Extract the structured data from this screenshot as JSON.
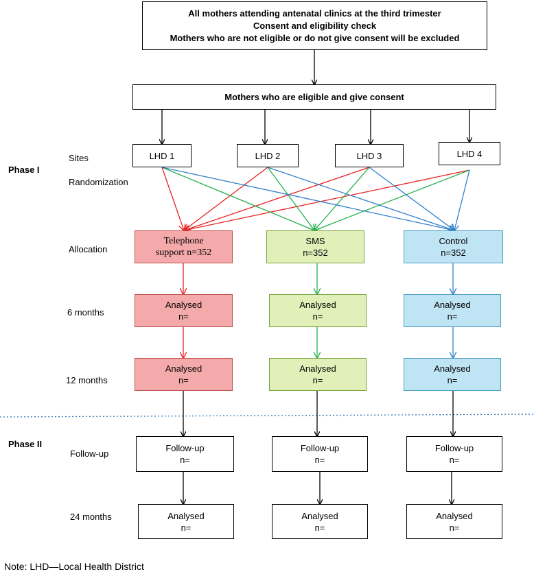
{
  "top_box": {
    "line1": "All mothers attending antenatal clinics at the third trimester",
    "line2": "Consent and eligibility check",
    "line3": "Mothers who are not eligible or do not give consent will be excluded"
  },
  "eligible_box": "Mothers who are eligible and give consent",
  "sites": [
    "LHD 1",
    "LHD 2",
    "LHD 3",
    "LHD 4"
  ],
  "row_labels": {
    "sites": "Sites",
    "randomization": "Randomization",
    "allocation": "Allocation",
    "m6": "6 months",
    "m12": "12 months",
    "followup": "Follow-up",
    "m24": "24 months"
  },
  "phases": {
    "phase1": "Phase I",
    "phase2": "Phase II"
  },
  "arms": [
    {
      "alloc_line1": "Telephone",
      "alloc_line2": "support n=352",
      "a6_line1": "Analysed",
      "a6_line2": "n=",
      "a12_line1": "Analysed",
      "a12_line2": "n=",
      "fu_line1": "Follow-up",
      "fu_line2": "n=",
      "a24_line1": "Analysed",
      "a24_line2": "n="
    },
    {
      "alloc_line1": "SMS",
      "alloc_line2": "n=352",
      "a6_line1": "Analysed",
      "a6_line2": "n=",
      "a12_line1": "Analysed",
      "a12_line2": "n=",
      "fu_line1": "Follow-up",
      "fu_line2": "n=",
      "a24_line1": "Analysed",
      "a24_line2": "n="
    },
    {
      "alloc_line1": "Control",
      "alloc_line2": "n=352",
      "a6_line1": "Analysed",
      "a6_line2": "n=",
      "a12_line1": "Analysed",
      "a12_line2": "n=",
      "fu_line1": "Follow-up",
      "fu_line2": "n=",
      "a24_line1": "Analysed",
      "a24_line2": "n="
    }
  ],
  "note": "Note: LHD—Local Health District",
  "colors": {
    "telephone": "#e8201e",
    "sms": "#22b04a",
    "control": "#2f7fc8",
    "divider": "#2e75b6"
  }
}
